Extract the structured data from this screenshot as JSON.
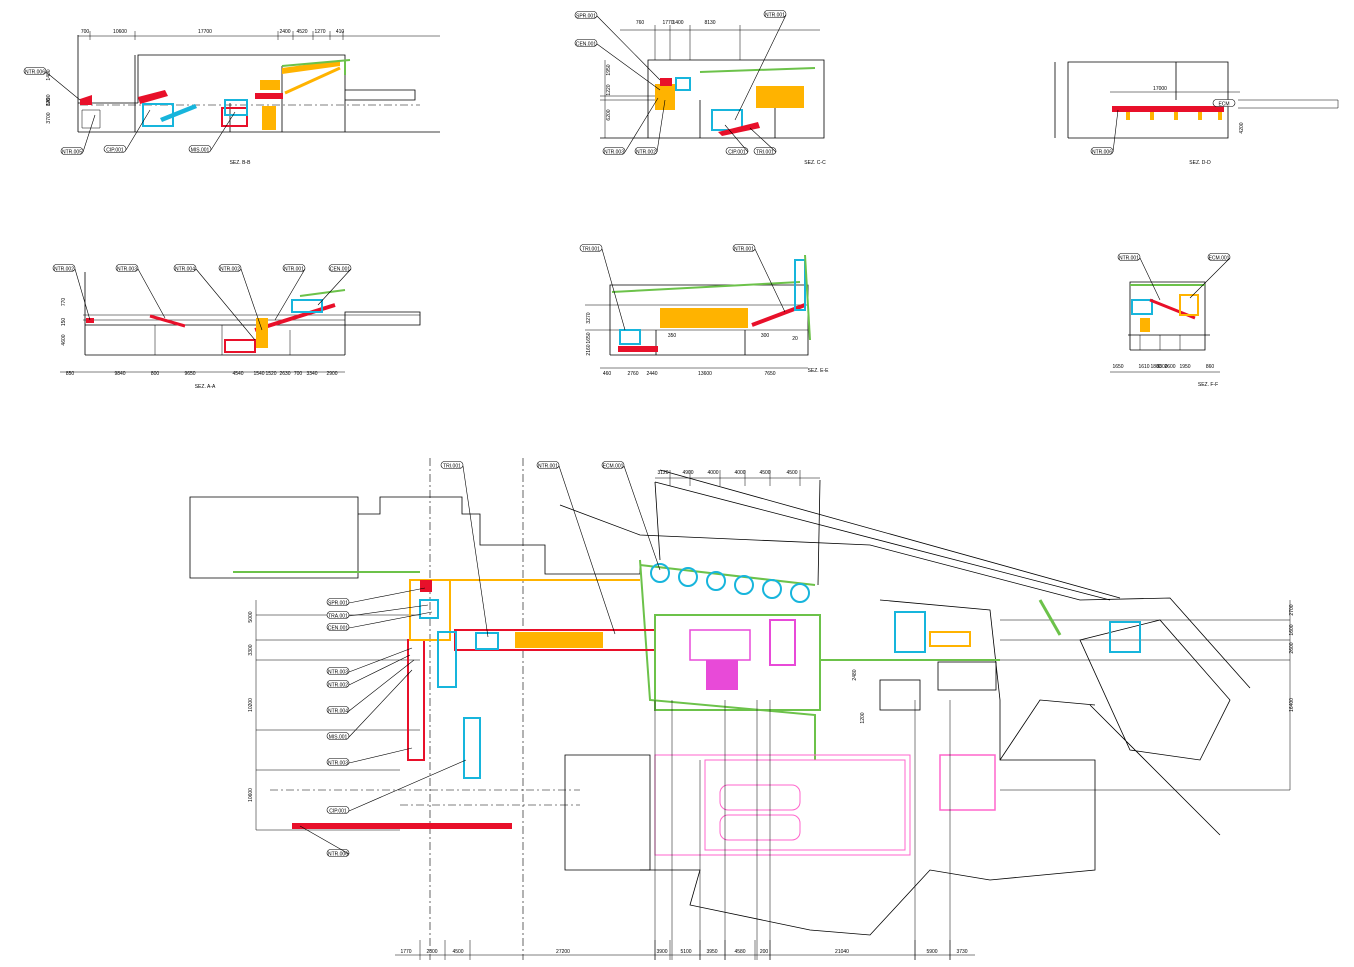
{
  "colors": {
    "line": "#000000",
    "red": "#e8102a",
    "cyan": "#17b5dc",
    "orange": "#ffb300",
    "green": "#6cc24a",
    "magenta": "#e84ad8",
    "pink": "#ff66cc"
  },
  "sections": {
    "bb": {
      "caption": "SEZ. B-B",
      "dims_top": [
        "700",
        "10600",
        "17700",
        "2400",
        "4520",
        "1270",
        "410"
      ],
      "dims_side": [
        "3700",
        "820",
        "1400",
        "1490"
      ],
      "tags": [
        "NTR.006",
        "NTR.005",
        "CIP.001",
        "MIS.001"
      ]
    },
    "cc": {
      "caption": "SEZ. C-C",
      "dims_top": [
        "760",
        "1770",
        "1400",
        "8130"
      ],
      "dims_side": [
        "1950",
        "1220",
        "6200"
      ],
      "tags": [
        "SPR.001",
        "CEN.001",
        "NTR.001",
        "NTR.003",
        "NTR.002",
        "CIP.001",
        "TRI.001"
      ]
    },
    "dd": {
      "caption": "SEZ. D-D",
      "dims_top": [
        "17000"
      ],
      "dims_side": [
        "4200"
      ],
      "tags": [
        "NTR.006",
        "ECM"
      ]
    },
    "aa": {
      "caption": "SEZ. A-A",
      "dims_bottom": [
        "850",
        "9840",
        "800",
        "9650",
        "4540",
        "1540",
        "1520",
        "2630",
        "700",
        "3340",
        "2900"
      ],
      "dims_side": [
        "770",
        "150",
        "4600"
      ],
      "tags": [
        "NTR.002",
        "NTR.003",
        "NTR.004",
        "NTR.002",
        "NTR.001",
        "CEN.001"
      ]
    },
    "ee": {
      "caption": "SEZ. E-E",
      "dims_bottom": [
        "460",
        "2760",
        "2440",
        "13600",
        "7650"
      ],
      "dims_side": [
        "3270",
        "1650",
        "2160"
      ],
      "labels": [
        "350",
        "300",
        "20"
      ],
      "tags": [
        "TRI.001",
        "NTR.001"
      ]
    },
    "ff": {
      "caption": "SEZ. F-F",
      "dims_bottom": [
        "1650",
        "1610",
        "1800",
        "2600",
        "1950",
        "860",
        "8300"
      ],
      "tags": [
        "NTR.001",
        "ECM.001"
      ]
    }
  },
  "plan": {
    "tags_left": [
      "SPR.001",
      "TRA.001",
      "CEN.001",
      "NTR.003",
      "NTR.002",
      "NTR.004",
      "MIS.001",
      "NTR.003",
      "CIP.001",
      "NTR.006"
    ],
    "tags_top": [
      "TRI.001",
      "NTR.001",
      "ECM.001"
    ],
    "dims_top": [
      "3120",
      "4900",
      "4000",
      "4000",
      "4500",
      "4500"
    ],
    "dims_left": [
      "5000",
      "3300",
      "10200",
      "10600"
    ],
    "dims_right": [
      "2700",
      "1600",
      "2600",
      "16400"
    ],
    "dims_mid": [
      "2480",
      "1200"
    ],
    "dims_bottom": [
      "1770",
      "2800",
      "4500",
      "27200",
      "3900",
      "5100",
      "3950",
      "4580",
      "200",
      "21040",
      "5900",
      "3730"
    ]
  }
}
